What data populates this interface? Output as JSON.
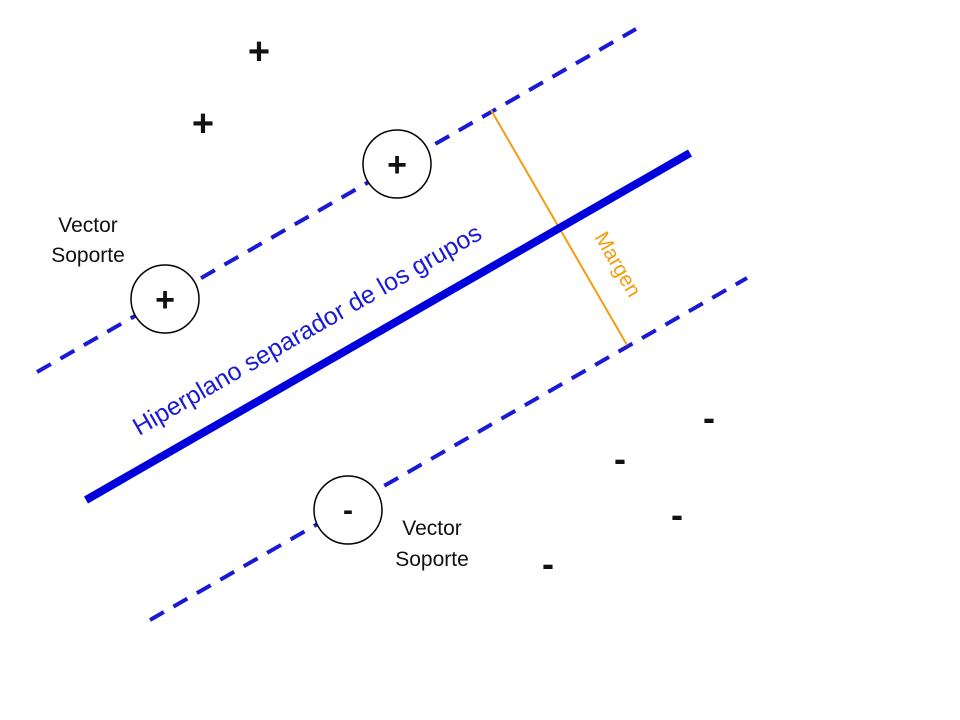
{
  "diagram": {
    "hyperplane_label": "Hiperplano separador de los grupos",
    "margin_label": "Margen",
    "support_vector_label_top": {
      "line1": "Vector",
      "line2": "Soporte"
    },
    "support_vector_label_bottom": {
      "line1": "Vector",
      "line2": "Soporte"
    },
    "positive_symbol": "+",
    "negative_symbol": "-",
    "colors": {
      "hyperplane": "#0000dd",
      "margin_lines": "#1a1ad6",
      "margin_measure": "#f39c12",
      "text": "#111111",
      "circle_stroke": "#000000"
    }
  }
}
